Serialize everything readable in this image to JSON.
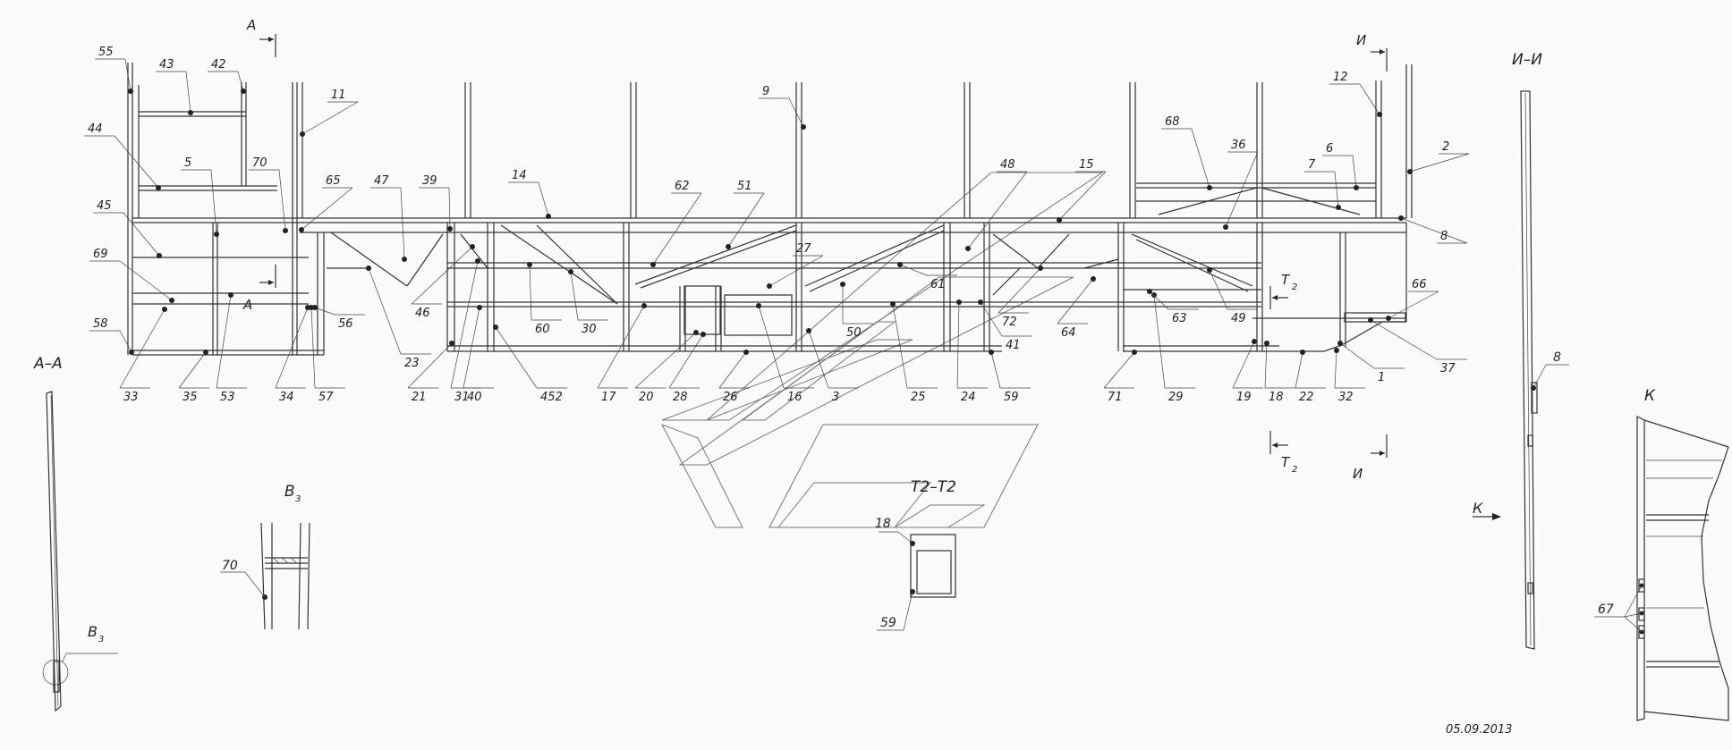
{
  "drawing": {
    "date": "05.09.2013",
    "part_labels": [
      "1",
      "2",
      "3",
      "5",
      "6",
      "7",
      "8",
      "9",
      "11",
      "12",
      "14",
      "15",
      "16",
      "17",
      "18",
      "19",
      "20",
      "21",
      "22",
      "23",
      "24",
      "25",
      "26",
      "27",
      "28",
      "29",
      "30",
      "31",
      "32",
      "33",
      "34",
      "35",
      "36",
      "37",
      "39",
      "40",
      "41",
      "42",
      "43",
      "44",
      "45",
      "46",
      "47",
      "48",
      "49",
      "50",
      "51",
      "53",
      "55",
      "56",
      "57",
      "58",
      "59",
      "60",
      "61",
      "62",
      "63",
      "64",
      "65",
      "66",
      "68",
      "69",
      "70",
      "71",
      "72",
      "452"
    ]
  },
  "sections": {
    "aa_mark": "А",
    "aa_title": "А–А",
    "ii_mark": "И",
    "ii_title": "И–И",
    "t2_mark": "Т",
    "t2_sub": "2",
    "t2_title": "Т2–Т2",
    "v3_mark": "В",
    "v3_sub": "3",
    "k_mark": "К"
  },
  "details": {
    "v3_label": "70",
    "t2_top_label": "18",
    "t2_bottom_label": "59",
    "ii_label": "8",
    "k_label": "67"
  }
}
